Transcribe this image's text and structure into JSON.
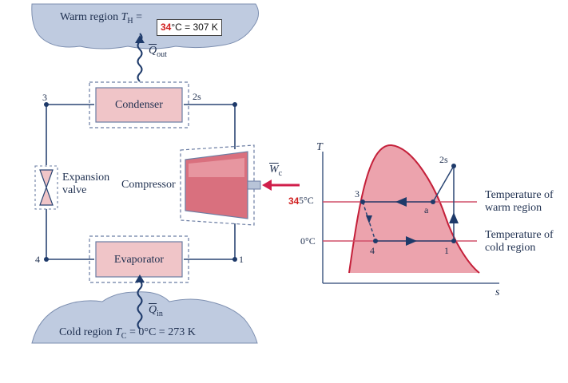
{
  "cycle": {
    "warm_region": {
      "prefix": "Warm region ",
      "symbol": "T",
      "sub": "H",
      "eq": " = ",
      "value_highlight": "34",
      "value_rest": "°C = 307 K"
    },
    "cold_region": {
      "prefix": "Cold region ",
      "symbol": "T",
      "sub": "C",
      "rest": " = 0°C = 273 K"
    },
    "q_out": {
      "symbol": "Q",
      "sub": "out"
    },
    "q_in": {
      "symbol": "Q",
      "sub": "in"
    },
    "w_c": {
      "symbol": "W",
      "sub": "c"
    },
    "components": {
      "condenser": "Condenser",
      "evaporator": "Evaporator",
      "compressor": "Compressor",
      "expansion_valve_line1": "Expansion",
      "expansion_valve_line2": "valve"
    },
    "nodes": {
      "n3": "3",
      "n2s": "2s",
      "n4": "4",
      "n1": "1"
    }
  },
  "ts_diagram": {
    "axis_t": "T",
    "axis_s": "s",
    "warm_temp_highlight": "34",
    "warm_temp_rest": "5°C",
    "cold_temp": "0°C",
    "points": {
      "p3": "3",
      "pa": "a",
      "p2s": "2s",
      "p4": "4",
      "p1": "1"
    },
    "legend_warm_line1": "Temperature of",
    "legend_warm_line2": "warm region",
    "legend_cold_line1": "Temperature of",
    "legend_cold_line2": "cold region"
  },
  "colors": {
    "region_fill": "#bfcbe0",
    "component_fill": "#f0c5c8",
    "component_border": "#6b7da3",
    "line": "#2a4573",
    "dome_fill": "#eca3ad",
    "dome_stroke": "#c4203a",
    "temp_line": "#d0506a",
    "arrow": "#d01e4a",
    "highlight": "#d12020"
  }
}
